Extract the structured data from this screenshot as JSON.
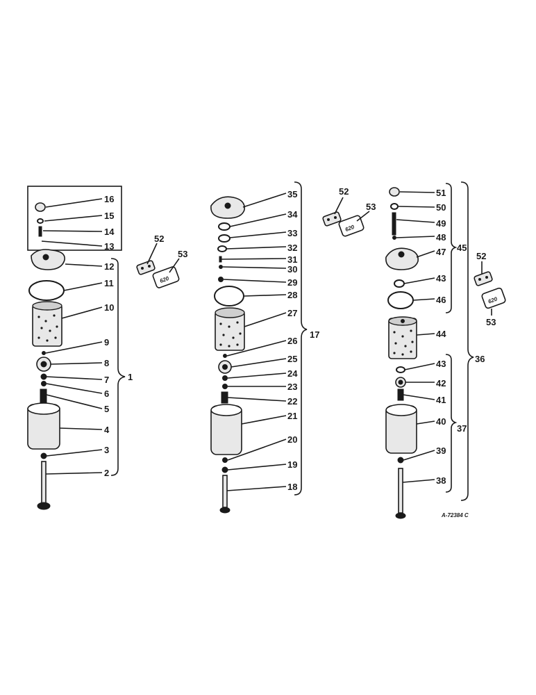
{
  "figure_code": "A-72384 C",
  "callouts": {
    "c1": "1",
    "c2": "2",
    "c3": "3",
    "c4": "4",
    "c5": "5",
    "c6": "6",
    "c7": "7",
    "c8": "8",
    "c9": "9",
    "c10": "10",
    "c11": "11",
    "c12": "12",
    "c13": "13",
    "c14": "14",
    "c15": "15",
    "c16": "16",
    "c17": "17",
    "c18": "18",
    "c19": "19",
    "c20": "20",
    "c21": "21",
    "c22": "22",
    "c23": "23",
    "c24": "24",
    "c25": "25",
    "c26": "26",
    "c27": "27",
    "c28": "28",
    "c29": "29",
    "c30": "30",
    "c31": "31",
    "c32": "32",
    "c33": "33",
    "c34": "34",
    "c35": "35",
    "c36": "36",
    "c37": "37",
    "c38": "38",
    "c39": "39",
    "c40": "40",
    "c41": "41",
    "c42": "42",
    "c43a": "43",
    "c43b": "43",
    "c44": "44",
    "c45": "45",
    "c46": "46",
    "c47": "47",
    "c48": "48",
    "c49": "49",
    "c50": "50",
    "c51": "51",
    "c52a": "52",
    "c53a": "53",
    "c52b": "52",
    "c53b": "53",
    "c52c": "52",
    "c53c": "53"
  },
  "decal_text": "620"
}
